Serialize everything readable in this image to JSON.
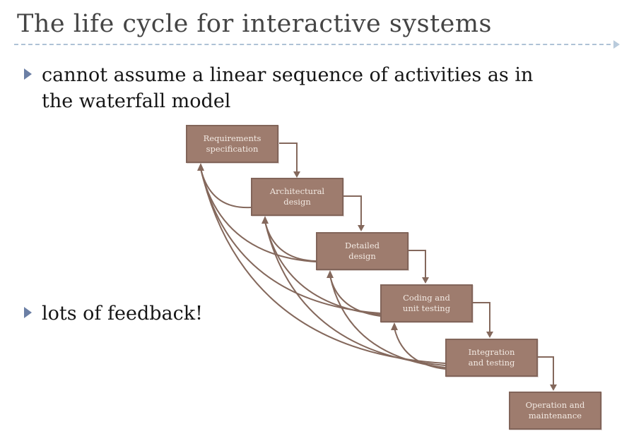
{
  "slide": {
    "title": "The life cycle for interactive systems",
    "bullets": [
      {
        "lines": [
          "cannot assume a linear sequence of activities as in",
          "the waterfall model"
        ]
      },
      {
        "lines": [
          "lots of feedback!"
        ]
      }
    ]
  },
  "diagram": {
    "type": "waterfall-lifecycle-flow",
    "boxes": [
      {
        "line1": "Requirements",
        "line2": "specification"
      },
      {
        "line1": "Architectural",
        "line2": "design"
      },
      {
        "line1": "Detailed",
        "line2": "design"
      },
      {
        "line1": "Coding and",
        "line2": "unit testing"
      },
      {
        "line1": "Integration",
        "line2": "and testing"
      },
      {
        "line1": "Operation and",
        "line2": "maintenance"
      }
    ],
    "forward_flow": [
      "Requirements specification → Architectural design",
      "Architectural design → Detailed design",
      "Detailed design → Coding and unit testing",
      "Coding and unit testing → Integration and testing",
      "Integration and testing → Operation and maintenance"
    ],
    "feedback_flow": [
      "Architectural design → Requirements specification",
      "Detailed design → Requirements specification",
      "Detailed design → Architectural design",
      "Coding and unit testing → Requirements specification",
      "Coding and unit testing → Architectural design",
      "Coding and unit testing → Detailed design",
      "Integration and testing → Requirements specification",
      "Integration and testing → Architectural design",
      "Integration and testing → Detailed design",
      "Integration and testing → Coding and unit testing"
    ],
    "colors": {
      "box_fill": "#9e7c6e",
      "box_border": "#82655a",
      "box_text": "#f2e9e2",
      "arrow": "#84685c"
    }
  },
  "theme": {
    "background": "#ffffff",
    "title_color": "#454545",
    "bullet_text_color": "#161616",
    "bullet_marker_color": "#6b7fa5",
    "divider_color": "#aec2d6"
  }
}
